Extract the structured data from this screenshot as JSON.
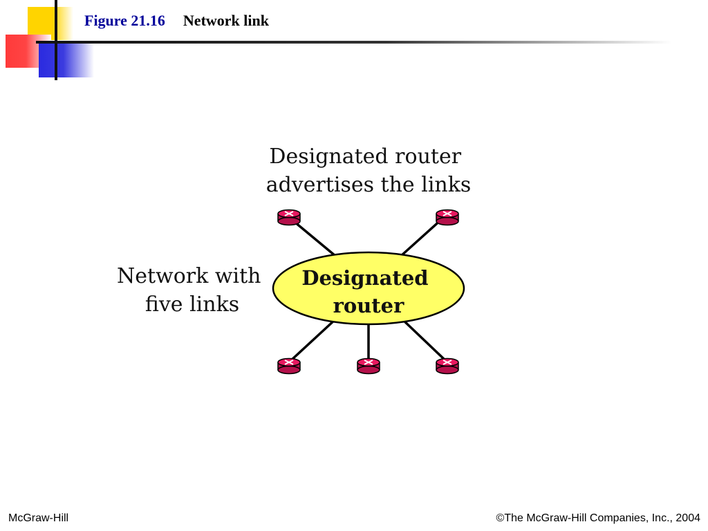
{
  "title": {
    "figure_number": "Figure 21.16",
    "figure_name": "Network link"
  },
  "diagram": {
    "top_caption": [
      "Designated router",
      "advertises the links"
    ],
    "left_caption": [
      "Network with",
      "five links"
    ],
    "center_node": [
      "Designated",
      "router"
    ],
    "router_count": 5,
    "colors": {
      "center_fill": "#ffff66",
      "router_fill": "#e8185f",
      "router_dark": "#b4104a",
      "title_blue": "#00009a"
    }
  },
  "footer": {
    "left": "McGraw-Hill",
    "right": "©The McGraw-Hill Companies, Inc., 2004"
  }
}
